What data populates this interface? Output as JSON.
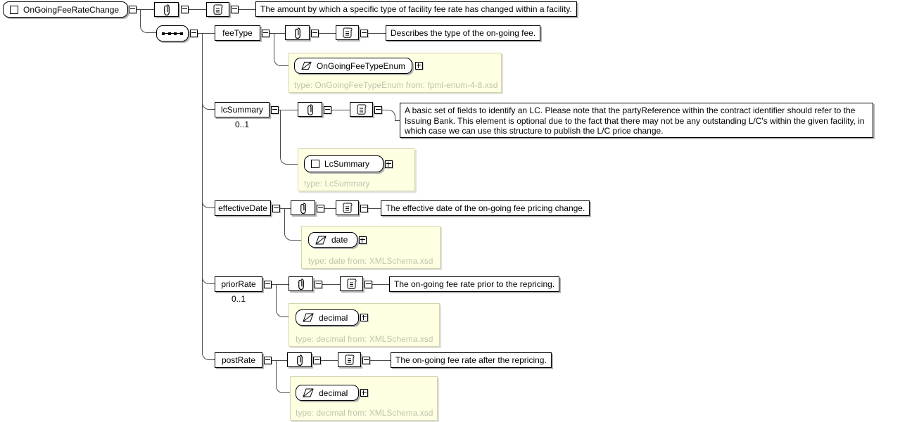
{
  "diagram": {
    "root": {
      "label": "OnGoingFeeRateChange",
      "annotation": "The amount by which a specific type of facility fee rate has changed within a facility."
    },
    "compositor": "sequence",
    "children": [
      {
        "name": "feeType",
        "cardinality": "",
        "annotation": "Describes the type of the on-going fee.",
        "type": {
          "label": "OnGoingFeeTypeEnum",
          "kind": "simple",
          "note": "type: OnGoingFeeTypeEnum from: fpml-enum-4-8.xsd"
        }
      },
      {
        "name": "lcSummary",
        "cardinality": "0..1",
        "annotation": "A basic set of fields to identify an LC. Please note that the partyReference within the contract identifier should refer to the Issuing Bank. This element is optional due to the fact that there may not be any outstanding L/C's within the given facility, in which case we can use this structure to publish the L/C price change.",
        "type": {
          "label": "LcSummary",
          "kind": "complex",
          "note": "type: LcSummary"
        }
      },
      {
        "name": "effectiveDate",
        "cardinality": "",
        "annotation": "The effective date of the on-going fee pricing change.",
        "type": {
          "label": "date",
          "kind": "simple",
          "note": "type: date from: XMLSchema.xsd"
        }
      },
      {
        "name": "priorRate",
        "cardinality": "0..1",
        "annotation": "The on-going fee rate prior to the repricing.",
        "type": {
          "label": "decimal",
          "kind": "simple",
          "note": "type: decimal from: XMLSchema.xsd"
        }
      },
      {
        "name": "postRate",
        "cardinality": "",
        "annotation": "The on-going fee rate after the repricing.",
        "type": {
          "label": "decimal",
          "kind": "simple",
          "note": "type: decimal from: XMLSchema.xsd"
        }
      }
    ],
    "icons": {
      "attributes": "paperclip-icon",
      "annotation": "scroll-icon",
      "complex_type": "square-icon",
      "simple_type": "slashed-box-icon",
      "sequence": "dotted-sequence-icon"
    },
    "colors": {
      "type_panel_bg": "#ffffe2",
      "type_note_text": "#c3c3ae",
      "box_border": "#000000",
      "connector": "#4a4a4a",
      "shadow": "#b4b4b4"
    }
  }
}
